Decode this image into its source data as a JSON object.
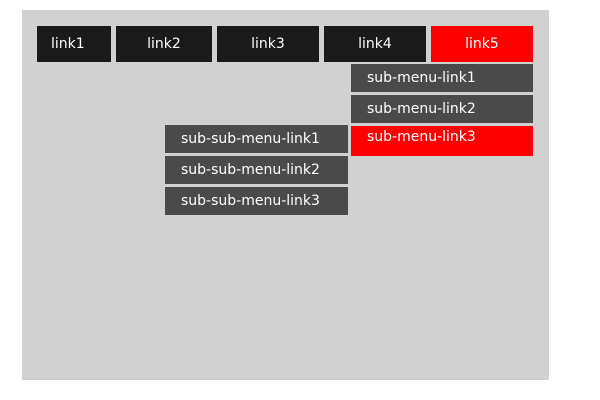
{
  "colors": {
    "panel_bg": "#d1d1d1",
    "nav_bg": "#1a1a1a",
    "active_bg": "#ff0000",
    "submenu_bg": "#4a4a4a",
    "text": "#ffffff"
  },
  "nav": {
    "items": [
      {
        "label": "link1"
      },
      {
        "label": "link2"
      },
      {
        "label": "link3"
      },
      {
        "label": "link4"
      },
      {
        "label": "link5",
        "active": true
      }
    ]
  },
  "submenu": {
    "items": [
      {
        "label": "sub-menu-link1"
      },
      {
        "label": "sub-menu-link2"
      },
      {
        "label": "sub-menu-link3",
        "active": true
      }
    ]
  },
  "subsubmenu": {
    "items": [
      {
        "label": "sub-sub-menu-link1"
      },
      {
        "label": "sub-sub-menu-link2"
      },
      {
        "label": "sub-sub-menu-link3"
      }
    ]
  }
}
